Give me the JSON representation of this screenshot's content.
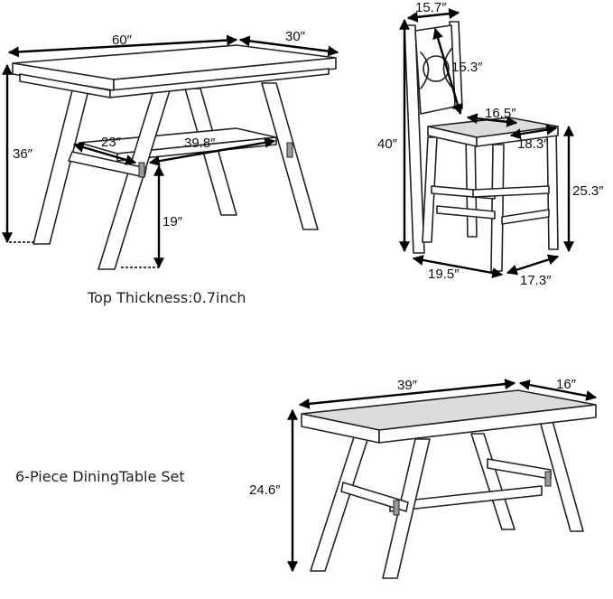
{
  "table": {
    "length": "60″",
    "depth": "30″",
    "height": "36″",
    "shelf_depth": "23″",
    "shelf_length": "39.8″",
    "clearance": "19″",
    "top_thickness": "Top Thickness:0.7inch"
  },
  "chair": {
    "back_width": "15.7″",
    "back_height": "15.3″",
    "seat_width": "16.5″",
    "seat_depth": "18.3″",
    "total_height": "40″",
    "seat_height": "25.3″",
    "base_width": "19.5″",
    "base_depth": "17.3″"
  },
  "bench": {
    "length": "39″",
    "depth": "16″",
    "height": "24.6″"
  },
  "set_label": "6-Piece DiningTable Set",
  "colors": {
    "line": "#222222",
    "cushion": "#dcdcdc",
    "background": "#ffffff"
  }
}
